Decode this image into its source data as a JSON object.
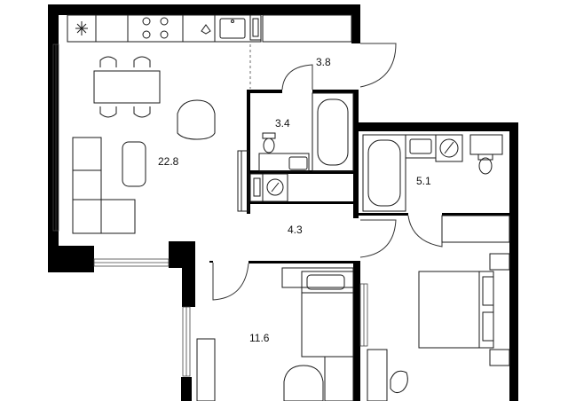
{
  "plan": {
    "rooms": [
      {
        "id": "kitchen-living",
        "label": "22.8"
      },
      {
        "id": "hall-top",
        "label": "3.8"
      },
      {
        "id": "bathroom-1",
        "label": "3.4"
      },
      {
        "id": "bathroom-2",
        "label": "5.1"
      },
      {
        "id": "corridor",
        "label": "4.3"
      },
      {
        "id": "bedroom-1",
        "label": "11.6"
      }
    ],
    "colors": {
      "wall": "#000000",
      "line": "#1a1a1a",
      "background": "#ffffff"
    }
  }
}
